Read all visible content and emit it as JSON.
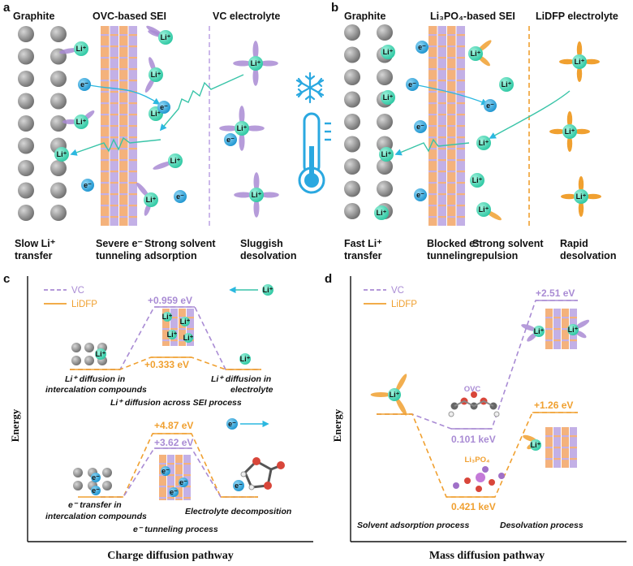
{
  "colors": {
    "vc": "#a98bd4",
    "lidfp": "#f0a030",
    "li": "#3fd6b2",
    "electron": "#2aa8e0",
    "graphite": "#7d7d7d",
    "wave": "#39c4a8",
    "arrow": "#2bb8e0",
    "orange_seg": "#f4b27c",
    "purple_seg": "#c3b0e6"
  },
  "icons": [
    "snowflake-icon",
    "thermometer-icon"
  ],
  "panel_a": {
    "label": "a",
    "headers": [
      "Graphite",
      "OVC-based SEI",
      "VC electrolyte"
    ],
    "captions": [
      [
        "Slow Li⁺",
        "transfer"
      ],
      [
        "Severe e⁻",
        "tunneling"
      ],
      [
        "Strong solvent",
        "adsorption"
      ],
      [
        "Sluggish",
        "desolvation"
      ]
    ]
  },
  "panel_b": {
    "label": "b",
    "headers": [
      "Graphite",
      "Li₃PO₄-based SEI",
      "LiDFP electrolyte"
    ],
    "captions": [
      [
        "Fast Li⁺",
        "transfer"
      ],
      [
        "Blocked e⁻",
        "tunneling"
      ],
      [
        "Strong solvent",
        "repulsion"
      ],
      [
        "Rapid",
        "desolvation"
      ]
    ]
  },
  "ions": {
    "li": "Li⁺",
    "e": "e⁻"
  },
  "panel_c": {
    "label": "c",
    "legend": [
      "VC",
      "LiDFP"
    ],
    "values": {
      "vc_li": "+0.959 eV",
      "lidfp_li": "+0.333 eV",
      "lidfp_e": "+4.87 eV",
      "vc_e": "+3.62 eV"
    },
    "notes": [
      "Li⁺ diffusion in",
      "intercalation compounds",
      "Li⁺ diffusion in",
      "electrolyte",
      "Li⁺ diffusion across SEI process",
      "e⁻ transfer in",
      "intercalation compounds",
      "Electrolyte decomposition",
      "e⁻ tunneling process"
    ],
    "xlabel": "Charge diffusion pathway",
    "ylabel": "Energy"
  },
  "panel_d": {
    "label": "d",
    "legend": [
      "VC",
      "LiDFP"
    ],
    "values": {
      "vc_top": "+2.51 eV",
      "lidfp_top": "+1.26 eV",
      "vc_bottom": "0.101 keV",
      "lidfp_bottom": "0.421 keV"
    },
    "species": [
      "OVC",
      "Li₃PO₄"
    ],
    "notes": [
      "Solvent adsorption process",
      "Desolvation process"
    ],
    "xlabel": "Mass diffusion pathway",
    "ylabel": "Energy"
  }
}
